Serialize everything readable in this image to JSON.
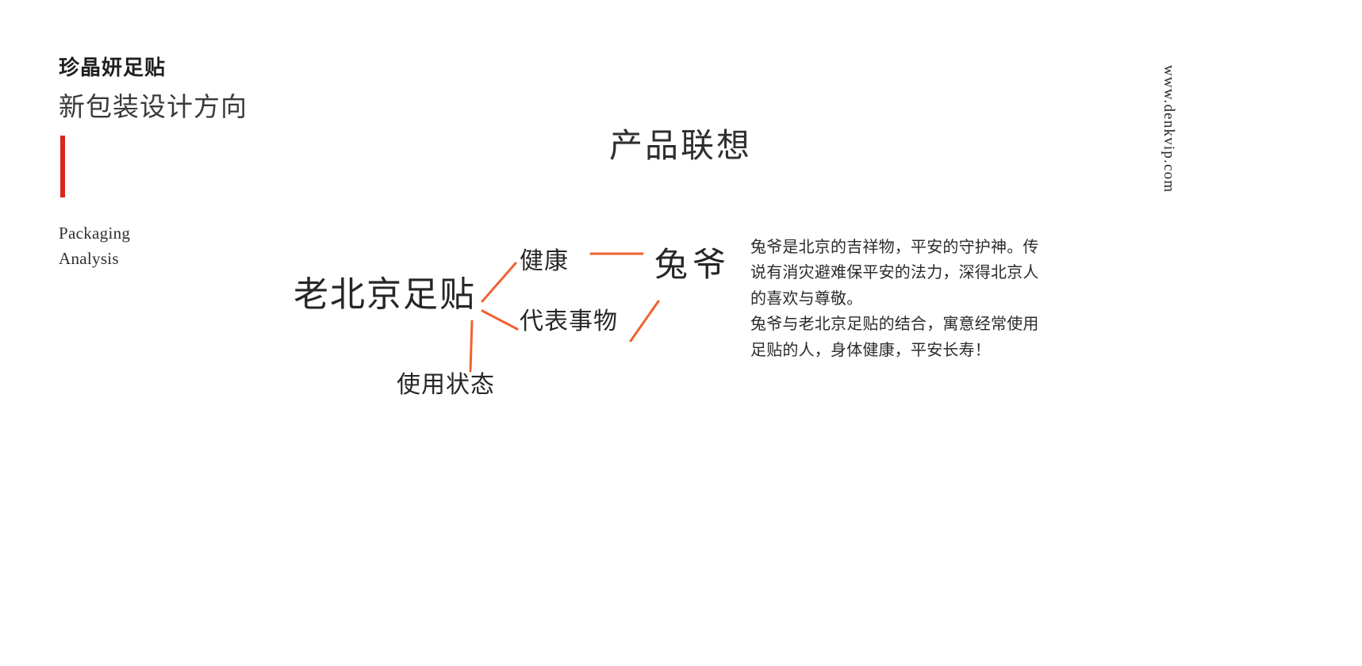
{
  "header": {
    "brand_name": "珍晶妍足贴",
    "deck_subtitle": "新包装设计方向",
    "english_line1": "Packaging",
    "english_line2": "Analysis",
    "accent_color": "#d8281b"
  },
  "slide": {
    "title": "产品联想"
  },
  "mindmap": {
    "line_color": "#ef6230",
    "root": "老北京足贴",
    "branches": [
      {
        "label": "健康"
      },
      {
        "label": "代表事物"
      },
      {
        "label": "使用状态"
      }
    ],
    "leaf": "兔爷"
  },
  "description": {
    "lines": [
      "兔爷是北京的吉祥物，平安的守护神。传",
      "说有消灾避难保平安的法力，深得北京人",
      "的喜欢与尊敬。",
      "兔爷与老北京足贴的结合，寓意经常使用",
      "足贴的人，身体健康，平安长寿！"
    ],
    "paragraph1": "兔爷是北京的吉祥物，平安的守护神。传说有消灾避难保平安的法力，深得北京人的喜欢与尊敬。",
    "paragraph2": "兔爷与老北京足贴的结合，寓意经常使用足贴的人，身体健康，平安长寿！"
  },
  "footer": {
    "site_url": "www.denkvip.com"
  }
}
